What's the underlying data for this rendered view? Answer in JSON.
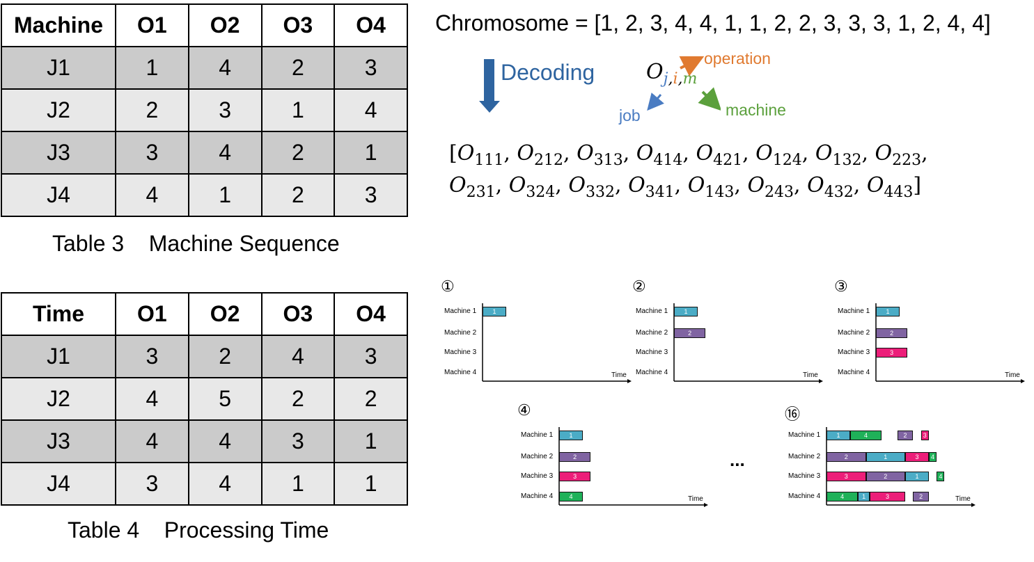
{
  "table3": {
    "header": [
      "Machine",
      "O1",
      "O2",
      "O3",
      "O4"
    ],
    "rows": [
      [
        "J1",
        "1",
        "4",
        "2",
        "3"
      ],
      [
        "J2",
        "2",
        "3",
        "1",
        "4"
      ],
      [
        "J3",
        "3",
        "4",
        "2",
        "1"
      ],
      [
        "J4",
        "4",
        "1",
        "2",
        "3"
      ]
    ],
    "caption": "Table 3    Machine Sequence"
  },
  "table4": {
    "header": [
      "Time",
      "O1",
      "O2",
      "O3",
      "O4"
    ],
    "rows": [
      [
        "J1",
        "3",
        "2",
        "4",
        "3"
      ],
      [
        "J2",
        "4",
        "5",
        "2",
        "2"
      ],
      [
        "J3",
        "4",
        "4",
        "3",
        "1"
      ],
      [
        "J4",
        "3",
        "4",
        "1",
        "1"
      ]
    ],
    "caption": "Table 4    Processing Time"
  },
  "chromosome": "Chromosome = [1, 2, 3, 4, 4, 1, 1, 2, 2, 3, 3, 3, 1, 2, 4, 4]",
  "decoding": {
    "label": "Decoding",
    "symbol_base": "O",
    "sub_j": "j",
    "sub_i": "i",
    "sub_m": "m",
    "legend_operation": "operation",
    "legend_job": "job",
    "legend_machine": "machine",
    "colors": {
      "decoding": "#2e64a0",
      "job": "#4a7cc2",
      "operation": "#e07a30",
      "machine": "#5ba03c"
    }
  },
  "decoded_sequence": {
    "symbol": "O",
    "line1": [
      "111",
      "212",
      "313",
      "414",
      "421",
      "124",
      "132",
      "223"
    ],
    "line2": [
      "231",
      "324",
      "332",
      "341",
      "143",
      "243",
      "432",
      "443"
    ]
  },
  "gantt": {
    "machine_labels": [
      "Machine 1",
      "Machine 2",
      "Machine 3",
      "Machine 4"
    ],
    "time_label": "Time",
    "ellipsis": "...",
    "colors": {
      "1": "#4bacc6",
      "2": "#8064a2",
      "3": "#ec1e79",
      "4": "#1fb159"
    },
    "panels": [
      {
        "step": "①",
        "bars": [
          {
            "machine": 1,
            "job": 1,
            "start": 0,
            "end": 3
          }
        ]
      },
      {
        "step": "②",
        "bars": [
          {
            "machine": 1,
            "job": 1,
            "start": 0,
            "end": 3
          },
          {
            "machine": 2,
            "job": 2,
            "start": 0,
            "end": 4
          }
        ]
      },
      {
        "step": "③",
        "bars": [
          {
            "machine": 1,
            "job": 1,
            "start": 0,
            "end": 3
          },
          {
            "machine": 2,
            "job": 2,
            "start": 0,
            "end": 4
          },
          {
            "machine": 3,
            "job": 3,
            "start": 0,
            "end": 4
          }
        ]
      },
      {
        "step": "④",
        "bars": [
          {
            "machine": 1,
            "job": 1,
            "start": 0,
            "end": 3
          },
          {
            "machine": 2,
            "job": 2,
            "start": 0,
            "end": 4
          },
          {
            "machine": 3,
            "job": 3,
            "start": 0,
            "end": 4
          },
          {
            "machine": 4,
            "job": 4,
            "start": 0,
            "end": 3
          }
        ]
      },
      {
        "step": "⑯",
        "bars": [
          {
            "machine": 1,
            "job": 1,
            "start": 0,
            "end": 3
          },
          {
            "machine": 1,
            "job": 4,
            "start": 3,
            "end": 7
          },
          {
            "machine": 1,
            "job": 2,
            "start": 9,
            "end": 11
          },
          {
            "machine": 1,
            "job": 3,
            "start": 12,
            "end": 13
          },
          {
            "machine": 2,
            "job": 2,
            "start": 0,
            "end": 5
          },
          {
            "machine": 2,
            "job": 1,
            "start": 5,
            "end": 10
          },
          {
            "machine": 2,
            "job": 3,
            "start": 10,
            "end": 13
          },
          {
            "machine": 2,
            "job": 4,
            "start": 13,
            "end": 14
          },
          {
            "machine": 3,
            "job": 3,
            "start": 0,
            "end": 5
          },
          {
            "machine": 3,
            "job": 2,
            "start": 5,
            "end": 10
          },
          {
            "machine": 3,
            "job": 1,
            "start": 10,
            "end": 13
          },
          {
            "machine": 3,
            "job": 4,
            "start": 14,
            "end": 15
          },
          {
            "machine": 4,
            "job": 4,
            "start": 0,
            "end": 4
          },
          {
            "machine": 4,
            "job": 1,
            "start": 4,
            "end": 5.5
          },
          {
            "machine": 4,
            "job": 3,
            "start": 5.5,
            "end": 10
          },
          {
            "machine": 4,
            "job": 2,
            "start": 11,
            "end": 13
          }
        ]
      }
    ]
  }
}
